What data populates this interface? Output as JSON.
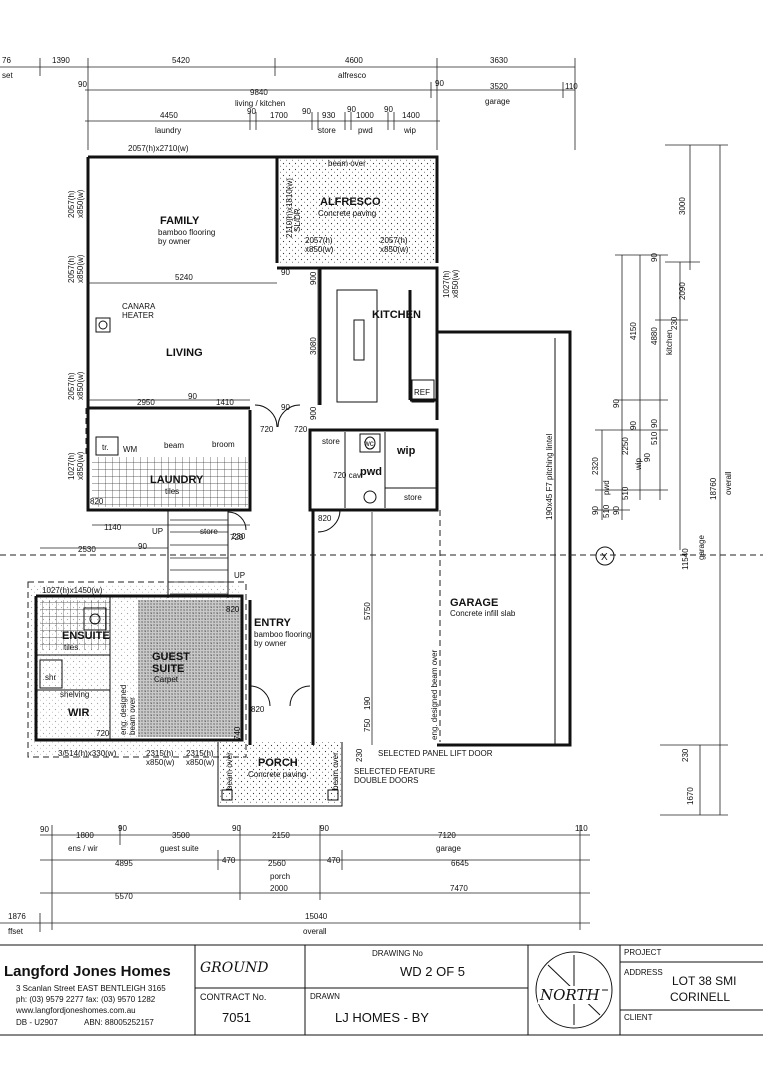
{
  "rooms": {
    "family": "FAMILY",
    "family_note1": "bamboo flooring",
    "family_note2": "by owner",
    "alfresco": "ALFRESCO",
    "alfresco_note": "Concrete paving",
    "alfresco_beam": "beam over",
    "kitchen": "KITCHEN",
    "living": "LIVING",
    "heater1": "CANARA",
    "heater2": "HEATER",
    "laundry": "LAUNDRY",
    "laundry_tiles": "tiles",
    "wm": "WM",
    "tr": "tr.",
    "beam": "beam",
    "broom": "broom",
    "ref": "REF",
    "store": "store",
    "wc": "wc",
    "pwd": "pwd",
    "wip": "wip",
    "store2": "store",
    "cav": "720\ncav.",
    "garage": "GARAGE",
    "garage_note": "Concrete infill slab",
    "garage_beam": "eng. designed beam over",
    "garage_lintel": "190x45 F7 pitching lintel",
    "entry": "ENTRY",
    "entry_note1": "bamboo flooring",
    "entry_note2": "by owner",
    "guest": "GUEST",
    "suite": "SUITE",
    "carpet": "Carpet",
    "guest_beam1": "eng. designed",
    "guest_beam2": "beam over",
    "ensuite": "ENSUITE",
    "ens_tiles": "tiles",
    "shr": "shr",
    "shelving": "shelving",
    "wir": "WIR",
    "porch": "PORCH",
    "porch_note": "Concrete paving",
    "porch_beam": "beam over",
    "panel_door": "SELECTED PANEL LIFT DOOR",
    "feature1": "SELECTED FEATURE",
    "feature2": "DOUBLE DOORS",
    "up1": "UP",
    "up2": "UP",
    "store_stair": "store",
    "north_mark": "X"
  },
  "windows": {
    "w1": "2057(h)x2710(w)",
    "w2a": "2057(h)",
    "w2b": "x850(w)",
    "w3a": "2057(h)",
    "w3b": "x850(w)",
    "w4a": "2057(h)",
    "w4b": "x850(w)",
    "w5a": "1027(h)",
    "w5b": "x850(w)",
    "w6a": "2057(h)",
    "w6b": "x850(w)",
    "w7a": "2057(h)",
    "w7b": "x850(w)",
    "w8a": "2110(h)x1810(w)",
    "w8b": "SL/DR",
    "w9a": "1027(h)",
    "w9b": "x850(w)",
    "w10": "1027(h)x1450(w)",
    "w11": "3/514(h)x330(w)",
    "w12a": "2315(h)",
    "w12b": "x850(w)",
    "w13a": "2315(h)",
    "w13b": "x850(w)"
  },
  "dims_top": {
    "r1": [
      "76",
      "1390",
      "5420",
      "4600",
      "3630"
    ],
    "r1_sub": [
      "set",
      "alfresco"
    ],
    "r2": [
      "90",
      "9840",
      "90",
      "3520",
      "110"
    ],
    "r2_sub": [
      "living / kitchen",
      "garage"
    ],
    "r3": [
      "4450",
      "90",
      "1700",
      "90",
      "930",
      "90",
      "1000",
      "90",
      "1400"
    ],
    "r3_sub": [
      "laundry",
      "store",
      "pwd",
      "wip"
    ]
  },
  "dims_inner": [
    "5240",
    "90",
    "2950",
    "90",
    "1410",
    "720",
    "720",
    "900",
    "3080",
    "900",
    "820",
    "720",
    "1140",
    "2530",
    "90",
    "820",
    "820",
    "820",
    "740",
    "720",
    "230",
    "5750",
    "190",
    "750",
    "230",
    "90"
  ],
  "dims_right": {
    "a": [
      "3000",
      "2090",
      "230",
      "4150",
      "4880",
      "kitchen",
      "90",
      "90",
      "90",
      "90",
      "510",
      "2250",
      "wip",
      "90",
      "510",
      "90",
      "2320",
      "pwd",
      "90",
      "510",
      "11540",
      "garage",
      "18760",
      "overall",
      "230",
      "1670"
    ]
  },
  "dims_bottom": {
    "r1": [
      "90",
      "1800",
      "90",
      "3500",
      "90",
      "2150",
      "90",
      "7120",
      "110"
    ],
    "r1_sub": [
      "ens / wir",
      "guest suite",
      "garage"
    ],
    "r2": [
      "4895",
      "470",
      "2560",
      "470",
      "6645"
    ],
    "r2_sub": [
      "porch"
    ],
    "r3": [
      "5570",
      "2000",
      "7470"
    ],
    "r4": [
      "1876",
      "15040"
    ],
    "r4_sub": [
      "ffset",
      "overall"
    ]
  },
  "titleblock": {
    "company": "Langford Jones Homes",
    "address": "3 Scanlan Street  EAST BENTLEIGH  3165",
    "phone": "ph: (03) 9579 2277  fax: (03) 9570 1282",
    "web": "www.langfordjoneshomes.com.au",
    "db": "DB - U2907",
    "abn": "ABN: 88005252157",
    "floor": "GROUND",
    "drawing_no_label": "DRAWING No",
    "drawing_no": "WD 2 OF 5",
    "contract_label": "CONTRACT No.",
    "contract": "7051",
    "drawn_label": "DRAWN",
    "drawn": "LJ HOMES - BY",
    "north": "NORTH",
    "project_label": "PROJECT",
    "address_label": "ADDRESS",
    "address_value1": "LOT 38 SMI",
    "address_value2": "CORINELL",
    "client_label": "CLIENT"
  }
}
